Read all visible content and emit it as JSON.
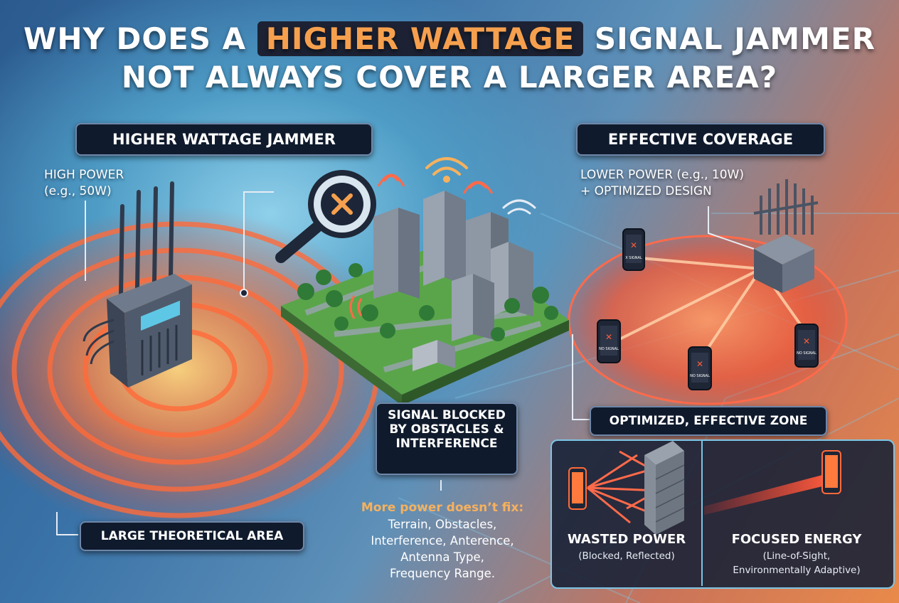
{
  "title": {
    "line1_before": "WHY DOES A",
    "line1_highlight": "HIGHER WATTAGE",
    "line1_after": "SIGNAL JAMMER",
    "line2": "NOT ALWAYS COVER A LARGER AREA?"
  },
  "left": {
    "heading": "HIGHER WATTAGE JAMMER",
    "power_line1": "HIGH POWER",
    "power_line2": "(e.g., 50W)",
    "area_label": "LARGE THEORETICAL AREA"
  },
  "center": {
    "blocked_line1": "SIGNAL BLOCKED",
    "blocked_line2": "BY OBSTACLES &",
    "blocked_line3": "INTERFERENCE",
    "note_heading": "More power doesn’t fix:",
    "note_lines": [
      "Terrain, Obstacles,",
      "Interference, Anterence,",
      "Antenna Type,",
      "Frequency Range."
    ]
  },
  "right": {
    "heading": "EFFECTIVE COVERAGE",
    "power_line1": "LOWER POWER (e.g., 10W)",
    "power_line2": "+ OPTIMIZED DESIGN",
    "zone_label": "OPTIMIZED, EFFECTIVE ZONE",
    "phone_labels": [
      "X SIGNAL",
      "NO SIGNAL",
      "NO SIGNAL",
      "NO SIGNAL"
    ]
  },
  "panel": {
    "wasted_title": "WASTED POWER",
    "wasted_sub": "(Blocked, Reflected)",
    "focused_title": "FOCUSED ENERGY",
    "focused_sub1": "(Line-of-Sight,",
    "focused_sub2": "Environmentally Adaptive)"
  },
  "colors": {
    "accent_orange": "#f6a04e",
    "jam_red": "#ff5a3c",
    "tag_bg": "#0f1a2c",
    "panel_border": "#7dc4e4"
  },
  "icons": [
    "magnifier-x-icon",
    "wifi-signal-icon",
    "jammer-device-icon",
    "smartphone-icon",
    "brick-wall-icon",
    "antenna-array-icon"
  ]
}
